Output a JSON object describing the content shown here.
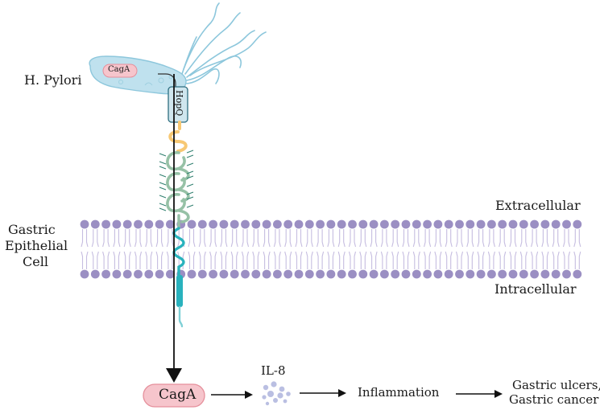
{
  "labels": {
    "bacterium": "H. Pylori",
    "cagA_inside": "CagA",
    "adhesin": "HopQ",
    "cell_line1": "Gastric",
    "cell_line2": "Epithelial",
    "cell_line3": "Cell",
    "extracellular": "Extracellular",
    "intracellular": "Intracellular",
    "cagA_released": "CagA",
    "il8": "IL-8",
    "inflammation": "Inflammation",
    "outcome_line1": "Gastric ulcers,",
    "outcome_line2": "Gastric cancer"
  },
  "colors": {
    "bacterium_fill": "#bfe1ee",
    "bacterium_stroke": "#8dc7dc",
    "cagA_fill": "#f6c5cc",
    "cagA_stroke": "#e58f9b",
    "lipid_head": "#9b8fc3",
    "lipid_tail": "#c6bde0",
    "receptor_orange": "#f7c873",
    "receptor_green": "#96c1a6",
    "receptor_teal": "#29b2bd",
    "arrow": "#111111",
    "il8_dots": "#aeb4dd"
  }
}
